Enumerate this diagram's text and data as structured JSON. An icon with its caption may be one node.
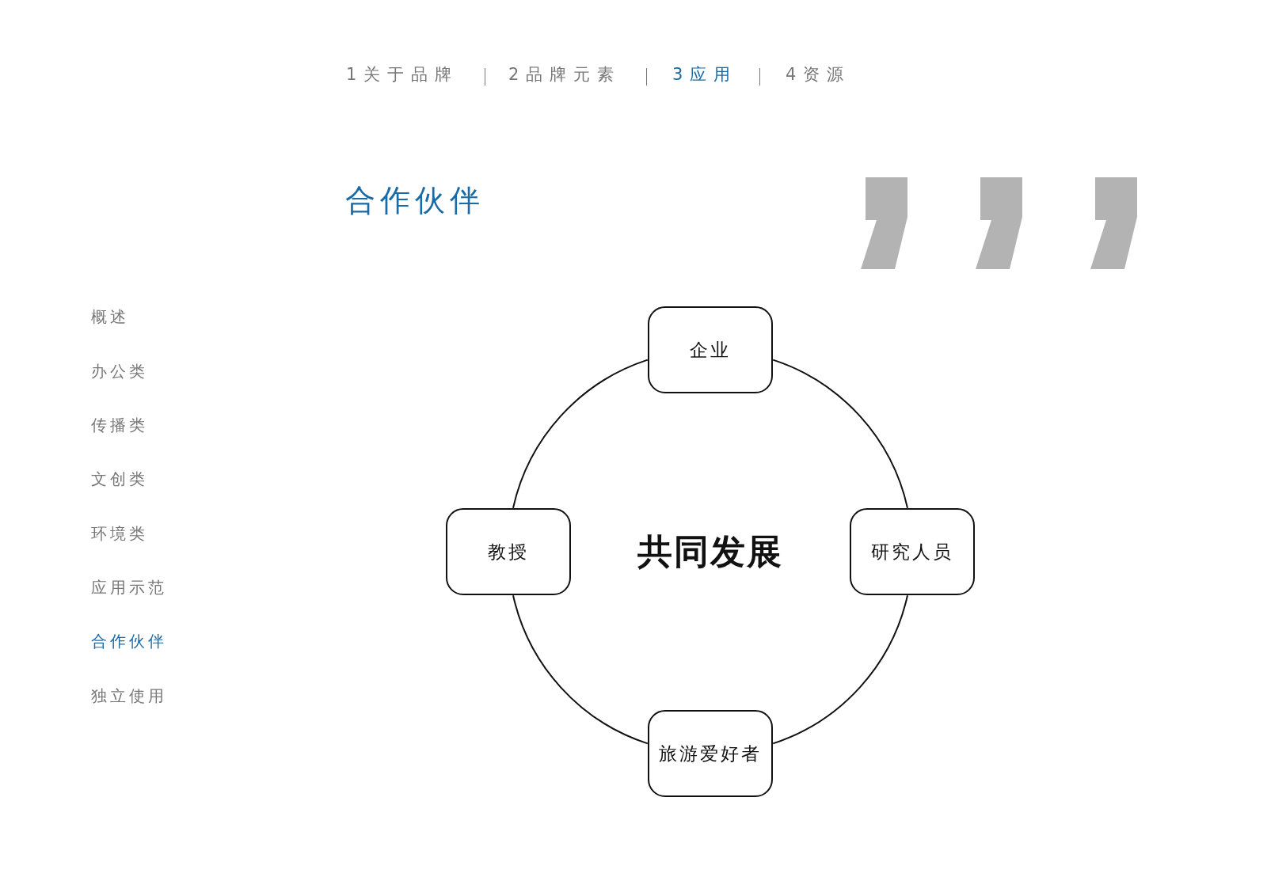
{
  "diagram": {
    "title": "合作伙伴",
    "nodes": [
      {
        "text": [
          "企业"
        ]
      },
      {
        "text": [
          "研究人员"
        ]
      },
      {
        "text": [
          "旅游爱好者"
        ]
      },
      {
        "text": [
          "教授"
        ]
      }
    ],
    "edges": [
      {
        "from": 0,
        "to": 1,
        "arrow": "none"
      },
      {
        "from": 1,
        "to": 2,
        "arrow": "none"
      },
      {
        "from": 2,
        "to": 3,
        "arrow": "none"
      },
      {
        "from": 3,
        "to": 0,
        "arrow": "none"
      }
    ],
    "labels": [
      "1关于品牌",
      "2品牌元素",
      "3应用",
      "4资源",
      "概述",
      "办公类",
      "传播类",
      "文创类",
      "环境类",
      "应用示范",
      "合作伙伴",
      "独立使用",
      "共同发展"
    ]
  }
}
